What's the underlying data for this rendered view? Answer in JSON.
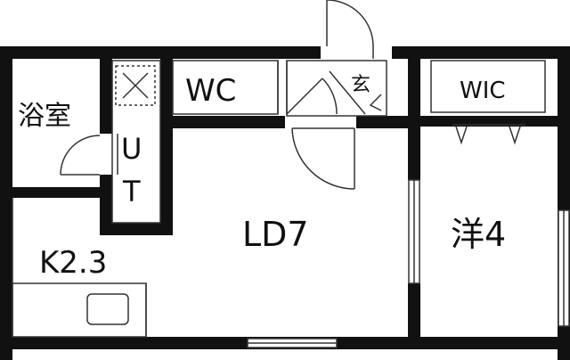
{
  "rooms": {
    "bath": "浴室",
    "wc": "WC",
    "entrance": "玄",
    "wic": "WIC",
    "ut_top": "U",
    "ut_bottom": "T",
    "kitchen": "K2.3",
    "living_dining": "LD7",
    "western_room": "洋4"
  },
  "colors": {
    "wall": "#111111",
    "background": "#ffffff",
    "line": "#333333"
  }
}
